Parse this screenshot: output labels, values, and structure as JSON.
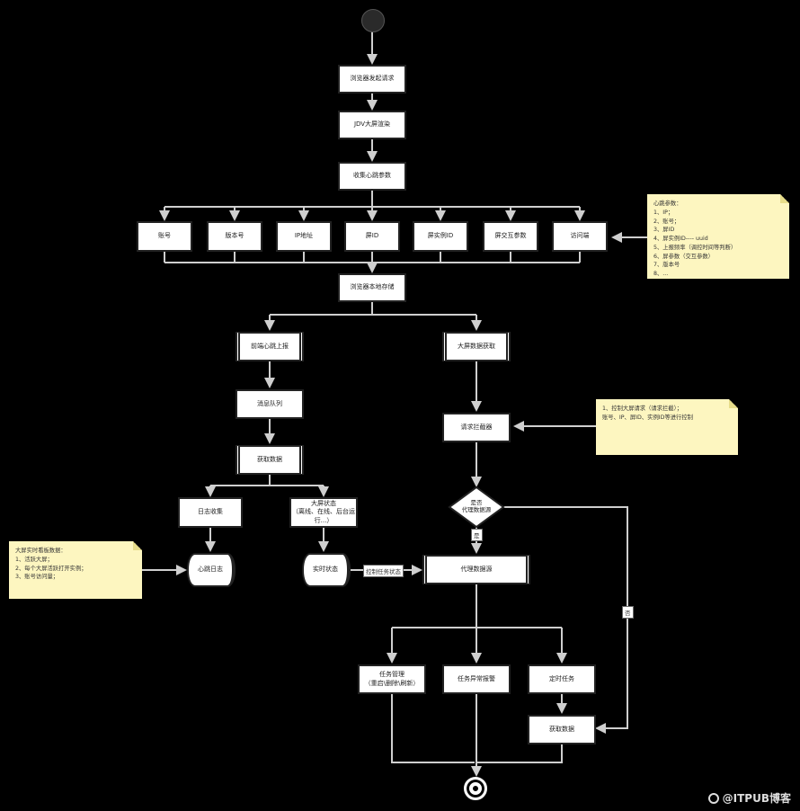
{
  "nodes": {
    "browser_request": "浏览器发起请求",
    "jdv_render": "JDV大屏渲染",
    "collect_heartbeat": "收集心跳参数",
    "account": "账号",
    "version": "版本号",
    "ip": "IP地址",
    "screen_id": "屏ID",
    "screen_instance_id": "屏实例ID",
    "screen_interaction_params": "屏交互参数",
    "access_terminal": "访问端",
    "local_storage": "浏览器本地存储",
    "frontend_heartbeat_report": "前端心跳上报",
    "screen_data_fetch": "大屏数据获取",
    "message_queue": "消息队列",
    "request_interceptor": "请求拦截器",
    "fetch_data_left": "获取数据",
    "is_proxy_source": "是否\n代理数据源",
    "log_collection": "日志收集",
    "screen_status": "大屏状态\n（离线、在线、后台运行...）",
    "heartbeat_log": "心跳日志",
    "realtime_status": "实时状态",
    "proxy_data_source": "代理数据源",
    "task_management": "任务管理\n（重启\\删除\\刷新）",
    "task_exception_alarm": "任务异常报警",
    "scheduled_task": "定时任务",
    "fetch_data_right": "获取数据"
  },
  "edge_labels": {
    "control_task_status": "控制任务状态",
    "yes": "是",
    "no": "否"
  },
  "notes": {
    "heartbeat_params": "心跳参数：\n1、IP；\n2、账号；\n3、屏ID\n4、屏实例ID---- uuid\n5、上报频率（调控时间等判断）\n6、屏参数（交互参数）\n7、版本号\n8、...",
    "request_control": "1、控制大屏请求（请求拦截）；\n    账号、IP、屏ID、实例ID等进行控制",
    "realtime_dashboard": "大屏实时看板数据：\n1、活跃大屏；\n2、每个大屏活跃打开实例；\n3、账号访问量；"
  },
  "watermark": "@ITPUB博客",
  "colors": {
    "background": "#000000",
    "box_fill": "#ffffff",
    "line": "#cfcfcf",
    "note_fill": "#fdf6c0"
  }
}
